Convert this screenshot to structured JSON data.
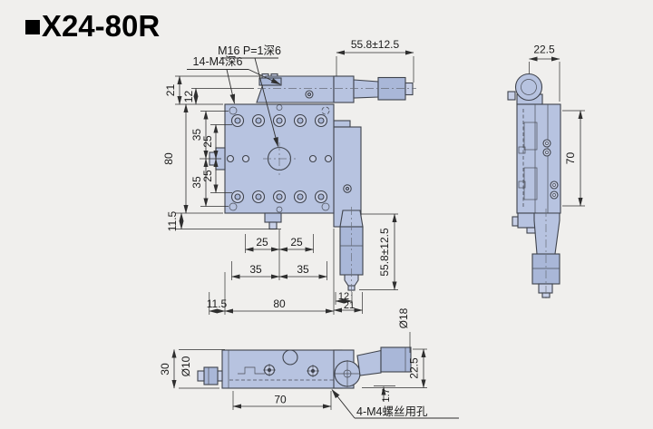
{
  "page": {
    "background": "#f0efed",
    "body_color": "#b7c3e0",
    "line_color": "#3f434c"
  },
  "title": {
    "text": "■X24-80R"
  },
  "front_view": {
    "label_holes": "14-M4深6",
    "label_center": "M16 P=1深6",
    "dim_travel_top": "55.8±12.5",
    "dim_travel_right": "55.8±12.5",
    "dims": {
      "top_21": "21",
      "top_12": "12",
      "left_80": "80",
      "left_35_upper": "35",
      "left_25_upper": "25",
      "left_25_lower": "25",
      "left_35_lower": "35",
      "left_11_5": "11.5",
      "bottom_25_left": "25",
      "bottom_25_right": "25",
      "bottom_35_left": "35",
      "bottom_35_right": "35",
      "bottom_11_5": "11.5",
      "bottom_80": "80",
      "bottom_12": "12",
      "bottom_21": "21"
    }
  },
  "side_view": {
    "dim_width": "22.5",
    "dim_height": "70"
  },
  "bottom_view": {
    "dim_height": "30",
    "dim_knob": "Ø10",
    "dim_length": "70",
    "dim_step": "1.7",
    "dim_micrometer": "Ø18",
    "dim_end": "22.5",
    "label_screws": "4-M4螺丝用孔"
  }
}
